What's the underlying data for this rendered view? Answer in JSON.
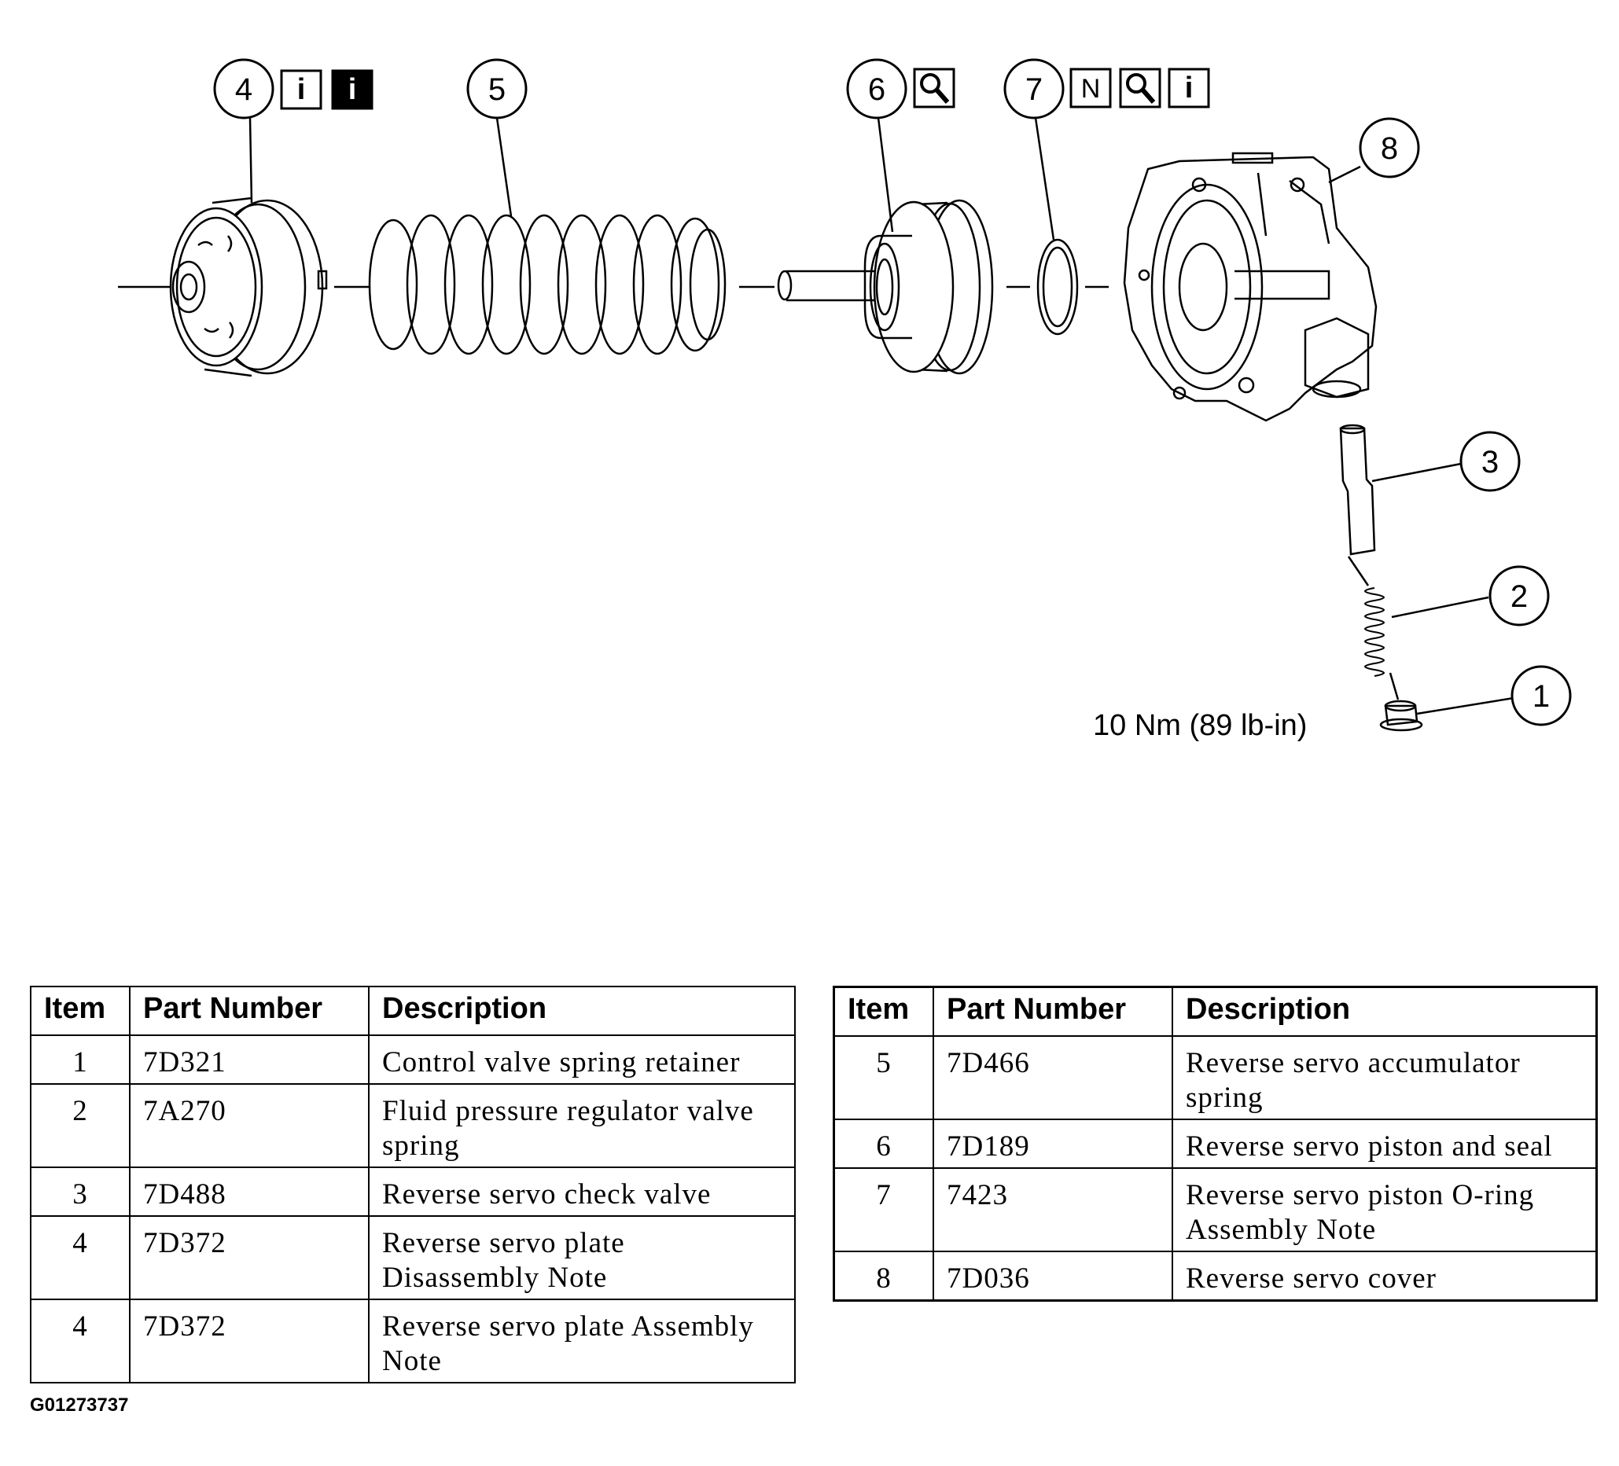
{
  "callouts": {
    "c1": "1",
    "c2": "2",
    "c3": "3",
    "c4": "4",
    "c5": "5",
    "c6": "6",
    "c7": "7",
    "c8": "8"
  },
  "badges": {
    "info": "i",
    "new": "N"
  },
  "torque_spec": "10 Nm (89 lb-in)",
  "figure_id": "G01273737",
  "table_headers": {
    "item": "Item",
    "part_number": "Part Number",
    "description": "Description"
  },
  "left_table": [
    {
      "item": "1",
      "part": "7D321",
      "desc": "Control valve spring retainer"
    },
    {
      "item": "2",
      "part": "7A270",
      "desc": "Fluid pressure regulator valve spring"
    },
    {
      "item": "3",
      "part": "7D488",
      "desc": "Reverse servo check valve"
    },
    {
      "item": "4",
      "part": "7D372",
      "desc": "Reverse servo plate Disassembly Note"
    },
    {
      "item": "4",
      "part": "7D372",
      "desc": "Reverse servo plate Assembly Note"
    }
  ],
  "right_table": [
    {
      "item": "5",
      "part": "7D466",
      "desc": "Reverse servo accumulator spring"
    },
    {
      "item": "6",
      "part": "7D189",
      "desc": "Reverse servo piston and seal"
    },
    {
      "item": "7",
      "part": "7423",
      "desc": "Reverse servo piston O-ring Assembly Note"
    },
    {
      "item": "8",
      "part": "7D036",
      "desc": "Reverse servo cover"
    }
  ]
}
